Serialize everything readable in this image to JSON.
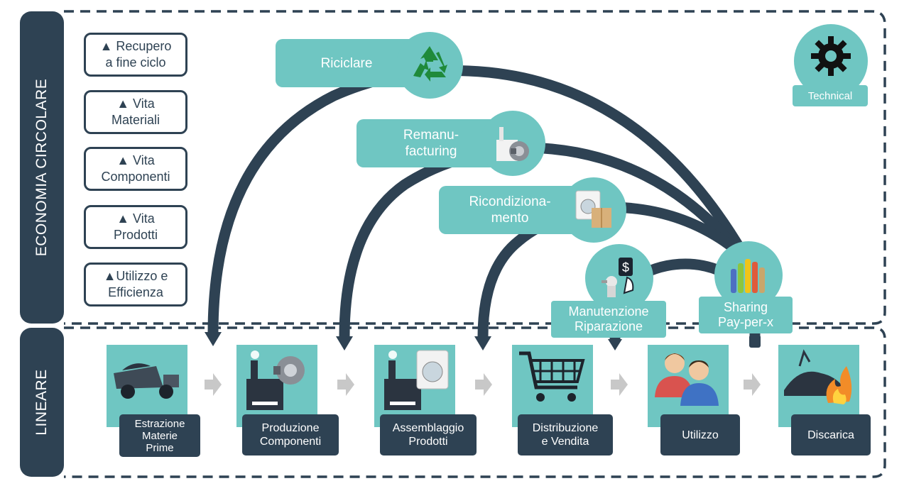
{
  "sections": {
    "circular_label": "ECONOMIA CIRCOLARE",
    "linear_label": "LINEARE"
  },
  "benefits": [
    {
      "line1": "▲ Recupero",
      "line2": "a fine ciclo"
    },
    {
      "line1": "▲ Vita",
      "line2": "Materiali"
    },
    {
      "line1": "▲ Vita",
      "line2": "Componenti"
    },
    {
      "line1": "▲ Vita",
      "line2": "Prodotti"
    },
    {
      "line1": "▲Utilizzo e",
      "line2": "Efficienza"
    }
  ],
  "loops": {
    "recycle": {
      "label": "Riciclare",
      "icon": "recycle-icon"
    },
    "remanufacturing": {
      "line1": "Remanu-",
      "line2": "facturing",
      "icon": "factory-engine-icon"
    },
    "refurbishing": {
      "line1": "Ricondiziona-",
      "line2": "mento",
      "icon": "washing-machine-box-icon"
    },
    "maintenance": {
      "line1": "Manutenzione",
      "line2": "Riparazione",
      "icon": "repair-payment-icon"
    },
    "sharing": {
      "line1": "Sharing",
      "line2": "Pay-per-x",
      "icon": "raised-hands-icon"
    }
  },
  "technical_badge": {
    "label": "Technical",
    "icon": "gear-icon"
  },
  "stages": [
    {
      "lines": [
        "Estrazione",
        "Materie",
        "Prime"
      ],
      "icon": "mining-truck-icon"
    },
    {
      "lines": [
        "Produzione",
        "Componenti"
      ],
      "icon": "factory-engine-icon"
    },
    {
      "lines": [
        "Assemblaggio",
        "Prodotti"
      ],
      "icon": "factory-washer-icon"
    },
    {
      "lines": [
        "Distribuzione",
        "e Vendita"
      ],
      "icon": "shopping-cart-icon"
    },
    {
      "lines": [
        "Utilizzo"
      ],
      "icon": "users-icon"
    },
    {
      "lines": [
        "Discarica"
      ],
      "icon": "landfill-fire-icon"
    }
  ],
  "colors": {
    "navy": "#2e4253",
    "teal": "#6fc6c2",
    "arrow_gray": "#c8c8c8"
  }
}
